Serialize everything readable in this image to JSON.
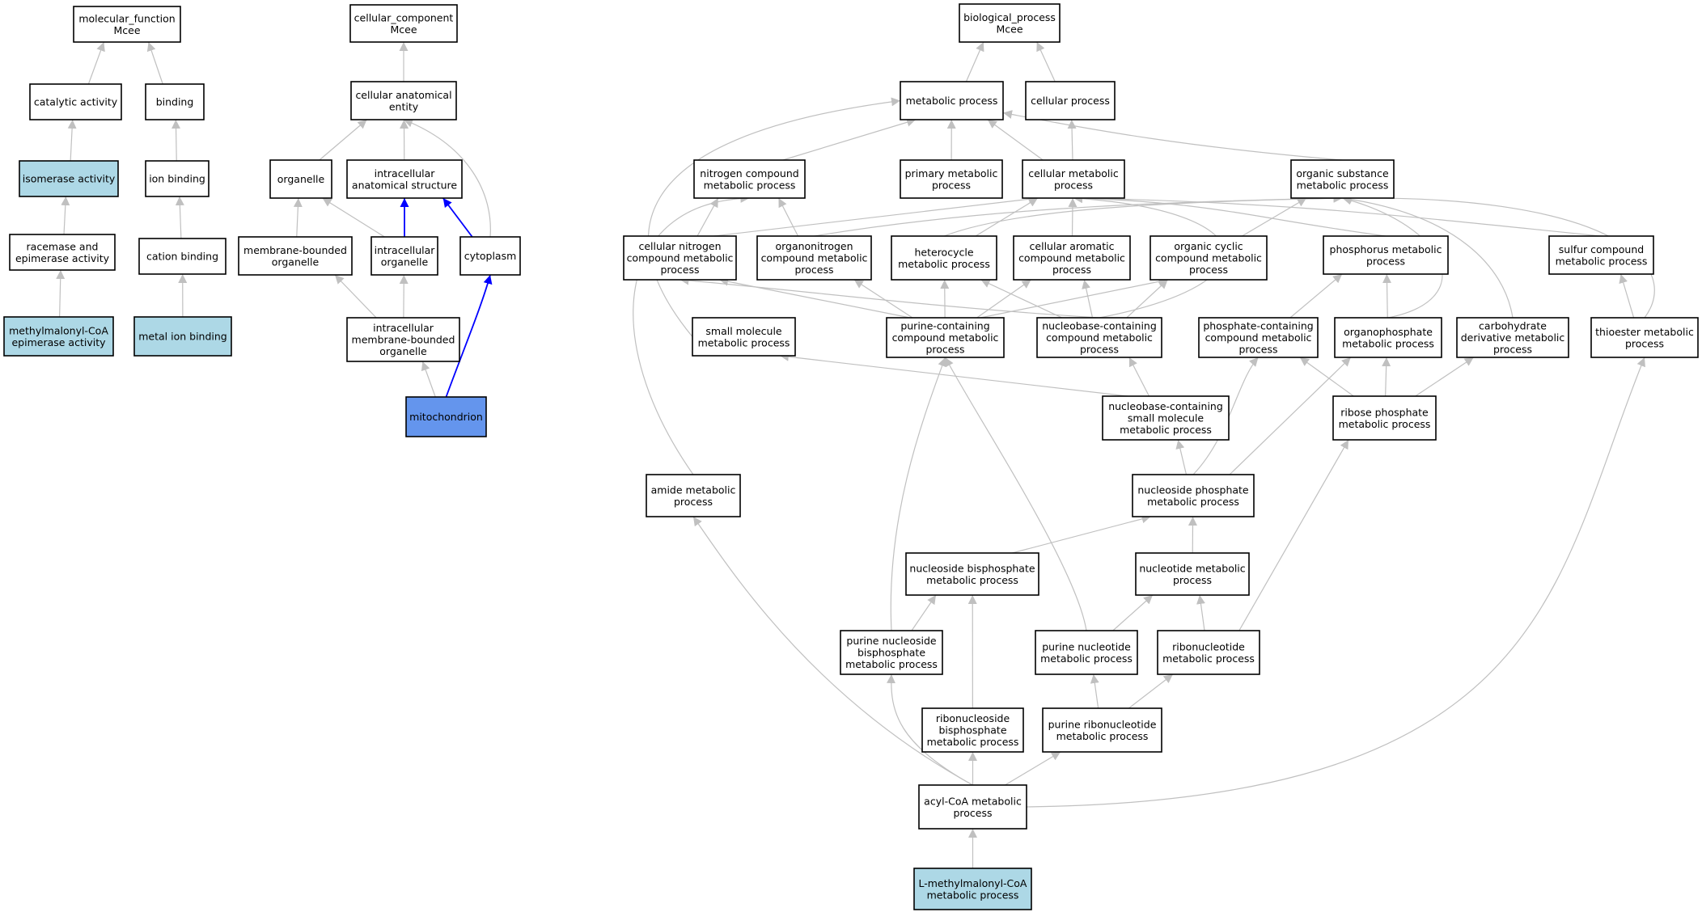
{
  "colors": {
    "plain": "#ffffff",
    "highlight": "#add8e6",
    "focus": "#6495ed",
    "edge": "#c0c0c0",
    "path_edge": "#0000ff",
    "border": "#000000"
  },
  "nodes": {
    "mf": {
      "lines": [
        "molecular_function",
        "Mcee"
      ],
      "style": "plain"
    },
    "catalytic": {
      "lines": [
        "catalytic activity"
      ],
      "style": "plain"
    },
    "binding": {
      "lines": [
        "binding"
      ],
      "style": "plain"
    },
    "isomerase": {
      "lines": [
        "isomerase activity"
      ],
      "style": "highlight"
    },
    "ion_binding": {
      "lines": [
        "ion binding"
      ],
      "style": "plain"
    },
    "racemase": {
      "lines": [
        "racemase and",
        "epimerase activity"
      ],
      "style": "plain"
    },
    "cation_binding": {
      "lines": [
        "cation binding"
      ],
      "style": "plain"
    },
    "mmcoa_epimerase": {
      "lines": [
        "methylmalonyl-CoA",
        "epimerase activity"
      ],
      "style": "highlight"
    },
    "metal_ion_binding": {
      "lines": [
        "metal ion binding"
      ],
      "style": "highlight"
    },
    "cc": {
      "lines": [
        "cellular_component",
        "Mcee"
      ],
      "style": "plain"
    },
    "cae": {
      "lines": [
        "cellular anatomical",
        "entity"
      ],
      "style": "plain"
    },
    "organelle": {
      "lines": [
        "organelle"
      ],
      "style": "plain"
    },
    "ias": {
      "lines": [
        "intracellular",
        "anatomical structure"
      ],
      "style": "plain"
    },
    "mbo": {
      "lines": [
        "membrane-bounded",
        "organelle"
      ],
      "style": "plain"
    },
    "io": {
      "lines": [
        "intracellular",
        "organelle"
      ],
      "style": "plain"
    },
    "cytoplasm": {
      "lines": [
        "cytoplasm"
      ],
      "style": "plain"
    },
    "imbo": {
      "lines": [
        "intracellular",
        "membrane-bounded",
        "organelle"
      ],
      "style": "plain"
    },
    "mito": {
      "lines": [
        "mitochondrion"
      ],
      "style": "focus"
    },
    "bp": {
      "lines": [
        "biological_process",
        "Mcee"
      ],
      "style": "plain"
    },
    "metabolic": {
      "lines": [
        "metabolic process"
      ],
      "style": "plain"
    },
    "cellular_process": {
      "lines": [
        "cellular process"
      ],
      "style": "plain"
    },
    "ncmp": {
      "lines": [
        "nitrogen compound",
        "metabolic process"
      ],
      "style": "plain"
    },
    "pmp": {
      "lines": [
        "primary metabolic",
        "process"
      ],
      "style": "plain"
    },
    "cmp": {
      "lines": [
        "cellular metabolic",
        "process"
      ],
      "style": "plain"
    },
    "osmp": {
      "lines": [
        "organic substance",
        "metabolic process"
      ],
      "style": "plain"
    },
    "cncmp": {
      "lines": [
        "cellular nitrogen",
        "compound metabolic",
        "process"
      ],
      "style": "plain"
    },
    "oncmp": {
      "lines": [
        "organonitrogen",
        "compound metabolic",
        "process"
      ],
      "style": "plain"
    },
    "hmp": {
      "lines": [
        "heterocycle",
        "metabolic process"
      ],
      "style": "plain"
    },
    "cacmp": {
      "lines": [
        "cellular aromatic",
        "compound metabolic",
        "process"
      ],
      "style": "plain"
    },
    "occmp": {
      "lines": [
        "organic cyclic",
        "compound metabolic",
        "process"
      ],
      "style": "plain"
    },
    "phmp": {
      "lines": [
        "phosphorus metabolic",
        "process"
      ],
      "style": "plain"
    },
    "scmp": {
      "lines": [
        "sulfur compound",
        "metabolic process"
      ],
      "style": "plain"
    },
    "smmp": {
      "lines": [
        "small molecule",
        "metabolic process"
      ],
      "style": "plain"
    },
    "pccmp": {
      "lines": [
        "purine-containing",
        "compound metabolic",
        "process"
      ],
      "style": "plain"
    },
    "nbccmp": {
      "lines": [
        "nucleobase-containing",
        "compound metabolic",
        "process"
      ],
      "style": "plain"
    },
    "phccmp": {
      "lines": [
        "phosphate-containing",
        "compound metabolic",
        "process"
      ],
      "style": "plain"
    },
    "opmp": {
      "lines": [
        "organophosphate",
        "metabolic process"
      ],
      "style": "plain"
    },
    "cdmp": {
      "lines": [
        "carbohydrate",
        "derivative metabolic",
        "process"
      ],
      "style": "plain"
    },
    "temp": {
      "lines": [
        "thioester metabolic",
        "process"
      ],
      "style": "plain"
    },
    "nbcsmmp": {
      "lines": [
        "nucleobase-containing",
        "small molecule",
        "metabolic process"
      ],
      "style": "plain"
    },
    "rpmp": {
      "lines": [
        "ribose phosphate",
        "metabolic process"
      ],
      "style": "plain"
    },
    "amp": {
      "lines": [
        "amide metabolic",
        "process"
      ],
      "style": "plain"
    },
    "nspmp": {
      "lines": [
        "nucleoside phosphate",
        "metabolic process"
      ],
      "style": "plain"
    },
    "nsbpmp": {
      "lines": [
        "nucleoside bisphosphate",
        "metabolic process"
      ],
      "style": "plain"
    },
    "ntmp": {
      "lines": [
        "nucleotide metabolic",
        "process"
      ],
      "style": "plain"
    },
    "pnbmp": {
      "lines": [
        "purine nucleoside",
        "bisphosphate",
        "metabolic process"
      ],
      "style": "plain"
    },
    "pntmp": {
      "lines": [
        "purine nucleotide",
        "metabolic process"
      ],
      "style": "plain"
    },
    "rntmp": {
      "lines": [
        "ribonucleotide",
        "metabolic process"
      ],
      "style": "plain"
    },
    "rnbmp": {
      "lines": [
        "ribonucleoside",
        "bisphosphate",
        "metabolic process"
      ],
      "style": "plain"
    },
    "prntmp": {
      "lines": [
        "purine ribonucleotide",
        "metabolic process"
      ],
      "style": "plain"
    },
    "acoa": {
      "lines": [
        "acyl-CoA metabolic",
        "process"
      ],
      "style": "plain"
    },
    "lmmcoa": {
      "lines": [
        "L-methylmalonyl-CoA",
        "metabolic process"
      ],
      "style": "highlight"
    }
  },
  "edges": [
    [
      "catalytic",
      "mf"
    ],
    [
      "binding",
      "mf"
    ],
    [
      "isomerase",
      "catalytic"
    ],
    [
      "ion_binding",
      "binding"
    ],
    [
      "racemase",
      "isomerase"
    ],
    [
      "cation_binding",
      "ion_binding"
    ],
    [
      "mmcoa_epimerase",
      "racemase"
    ],
    [
      "metal_ion_binding",
      "cation_binding"
    ],
    [
      "cae",
      "cc"
    ],
    [
      "organelle",
      "cae"
    ],
    [
      "ias",
      "cae"
    ],
    [
      "cytoplasm",
      "cae"
    ],
    [
      "mbo",
      "organelle"
    ],
    [
      "io",
      "organelle"
    ],
    [
      "io",
      "ias",
      "path"
    ],
    [
      "cytoplasm",
      "ias",
      "path"
    ],
    [
      "imbo",
      "mbo"
    ],
    [
      "imbo",
      "io"
    ],
    [
      "mito",
      "imbo"
    ],
    [
      "mito",
      "cytoplasm",
      "path"
    ],
    [
      "metabolic",
      "bp"
    ],
    [
      "cellular_process",
      "bp"
    ],
    [
      "ncmp",
      "metabolic"
    ],
    [
      "pmp",
      "metabolic"
    ],
    [
      "cmp",
      "metabolic"
    ],
    [
      "cmp",
      "cellular_process"
    ],
    [
      "osmp",
      "metabolic"
    ],
    [
      "smmp",
      "metabolic"
    ],
    [
      "amp",
      "ncmp"
    ],
    [
      "cncmp",
      "ncmp"
    ],
    [
      "cncmp",
      "cmp"
    ],
    [
      "oncmp",
      "ncmp"
    ],
    [
      "oncmp",
      "osmp"
    ],
    [
      "hmp",
      "cmp"
    ],
    [
      "hmp",
      "osmp"
    ],
    [
      "cacmp",
      "cmp"
    ],
    [
      "occmp",
      "osmp"
    ],
    [
      "phmp",
      "cmp"
    ],
    [
      "scmp",
      "cmp"
    ],
    [
      "pccmp",
      "cncmp"
    ],
    [
      "pccmp",
      "oncmp"
    ],
    [
      "pccmp",
      "hmp"
    ],
    [
      "pccmp",
      "cacmp"
    ],
    [
      "pccmp",
      "occmp"
    ],
    [
      "nbccmp",
      "cncmp"
    ],
    [
      "nbccmp",
      "hmp"
    ],
    [
      "nbccmp",
      "cacmp"
    ],
    [
      "nbccmp",
      "occmp"
    ],
    [
      "nbccmp",
      "cmp"
    ],
    [
      "phccmp",
      "phmp"
    ],
    [
      "opmp",
      "phmp"
    ],
    [
      "opmp",
      "osmp"
    ],
    [
      "cdmp",
      "osmp"
    ],
    [
      "temp",
      "scmp"
    ],
    [
      "temp",
      "osmp"
    ],
    [
      "nbcsmmp",
      "smmp"
    ],
    [
      "nbcsmmp",
      "nbccmp"
    ],
    [
      "rpmp",
      "phccmp"
    ],
    [
      "rpmp",
      "opmp"
    ],
    [
      "rpmp",
      "cdmp"
    ],
    [
      "nspmp",
      "nbcsmmp"
    ],
    [
      "nspmp",
      "phccmp"
    ],
    [
      "nspmp",
      "opmp"
    ],
    [
      "nsbpmp",
      "nspmp"
    ],
    [
      "ntmp",
      "nspmp"
    ],
    [
      "pnbmp",
      "pccmp"
    ],
    [
      "pnbmp",
      "nsbpmp"
    ],
    [
      "pntmp",
      "pccmp"
    ],
    [
      "pntmp",
      "ntmp"
    ],
    [
      "rntmp",
      "ntmp"
    ],
    [
      "rntmp",
      "rpmp"
    ],
    [
      "rnbmp",
      "nsbpmp"
    ],
    [
      "prntmp",
      "pntmp"
    ],
    [
      "prntmp",
      "rntmp"
    ],
    [
      "acoa",
      "amp"
    ],
    [
      "acoa",
      "pnbmp"
    ],
    [
      "acoa",
      "rnbmp"
    ],
    [
      "acoa",
      "prntmp"
    ],
    [
      "acoa",
      "temp"
    ],
    [
      "lmmcoa",
      "acoa"
    ]
  ]
}
